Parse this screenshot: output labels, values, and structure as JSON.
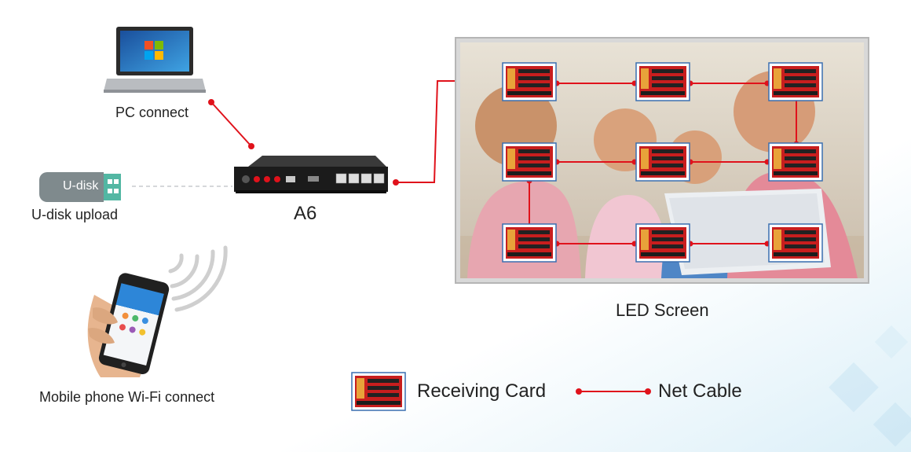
{
  "labels": {
    "pc": "PC connect",
    "udisk_icon": "U-disk",
    "udisk": "U-disk upload",
    "controller": "A6",
    "mobile": "Mobile phone Wi-Fi connect",
    "screen": "LED Screen"
  },
  "legend": {
    "card": "Receiving Card",
    "cable": "Net Cable"
  },
  "colors": {
    "cable": "#e0121b",
    "card_frame": "#3a6fb0",
    "card_board": "#c81e1e",
    "udisk_body": "#7f8a8d",
    "udisk_plug": "#52b7a3"
  },
  "receiving_cards": [
    "card-r1-c1",
    "card-r1-c2",
    "card-r1-c3",
    "card-r2-c1",
    "card-r2-c2",
    "card-r2-c3",
    "card-r3-c1",
    "card-r3-c2",
    "card-r3-c3"
  ]
}
